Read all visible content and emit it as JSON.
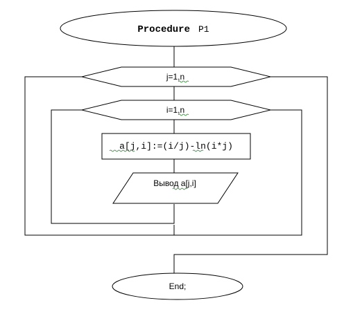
{
  "flowchart": {
    "start": {
      "keyword": "Procedure",
      "name": "P1"
    },
    "outer_loop": {
      "label": "j=1,n"
    },
    "inner_loop": {
      "label": "i=1,n"
    },
    "assignment": {
      "label": "a[j,i]:=(i/j)-ln(i*j)"
    },
    "output": {
      "label": "Вывод a[j,i]"
    },
    "end": {
      "label": "End;"
    }
  }
}
